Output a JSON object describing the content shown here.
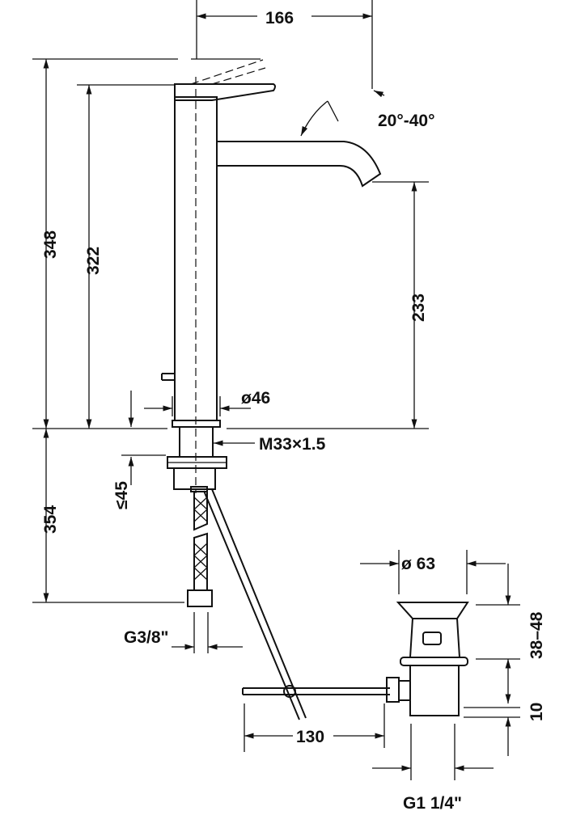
{
  "dimensions": {
    "width_total": "166",
    "lever_angle": "20°-40°",
    "height_total": "348",
    "height_body": "322",
    "spout_height": "233",
    "body_diameter": "ø46",
    "thread": "M33×1.5",
    "max_deck": "≤45",
    "hose_length": "354",
    "hose_connection": "G3/8\"",
    "drain_diameter": "ø 63",
    "drain_height": "38–48",
    "drain_offset": "10",
    "rod_length": "130",
    "drain_thread": "G1 1/4\""
  },
  "colors": {
    "line": "#111111",
    "background": "#ffffff"
  }
}
